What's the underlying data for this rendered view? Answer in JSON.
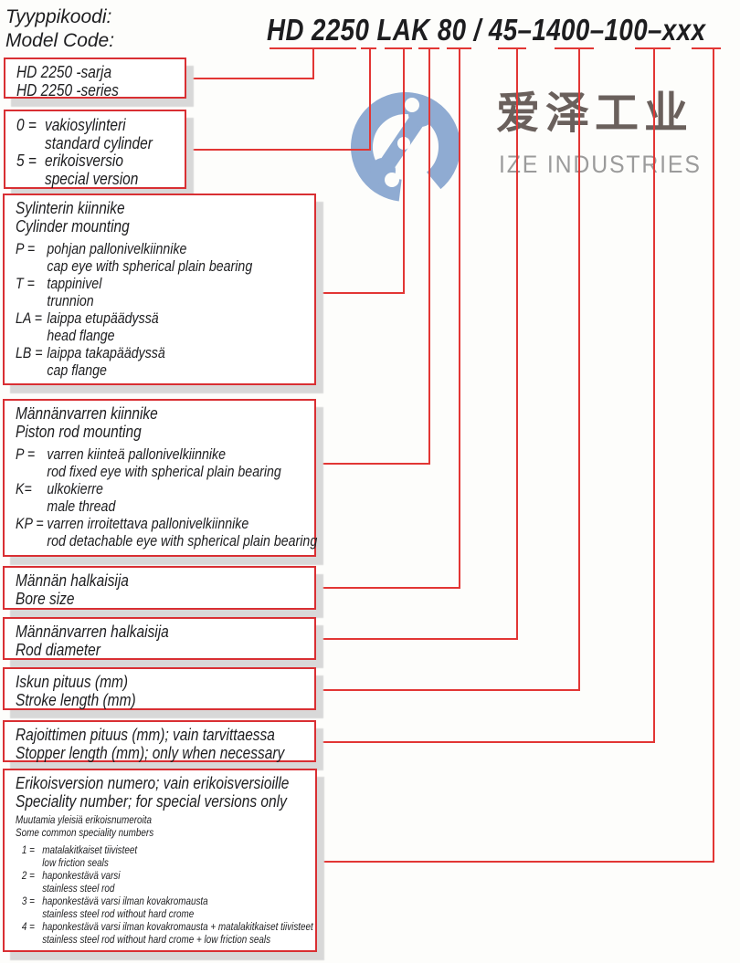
{
  "header": {
    "title_fi": "Tyyppikoodi:",
    "title_en": "Model Code:",
    "model_code": "HD 2250 LAK 80 / 45–1400–100–xxx"
  },
  "watermark": {
    "logo_icon": "wrench-circle-logo",
    "cn": "爱泽工业",
    "en": "IZE INDUSTRIES"
  },
  "colors": {
    "line_red": "#e23634",
    "box_border_red": "#d92f33",
    "shadow_gray": "#d8d8d8",
    "logo_blue": "#8fabd2",
    "watermark_dark": "#6a605c",
    "watermark_gray": "#9b9b9b",
    "text": "#1d1d1f"
  },
  "boxes": [
    {
      "fi": "HD 2250 -sarja",
      "en": "HD 2250 -series"
    },
    {
      "items": [
        {
          "code": "0 =",
          "fi": "vakiosylinteri",
          "en": "standard cylinder"
        },
        {
          "code": "5 =",
          "fi": "erikoisversio",
          "en": "special version"
        }
      ]
    },
    {
      "fi": "Sylinterin kiinnike",
      "en": "Cylinder mounting",
      "items": [
        {
          "code": "P =",
          "fi": "pohjan pallonivelkiinnike",
          "en": "cap eye with spherical plain bearing"
        },
        {
          "code": "T =",
          "fi": "tappinivel",
          "en": "trunnion"
        },
        {
          "code": "LA =",
          "fi": "laippa etupäädyssä",
          "en": "head flange"
        },
        {
          "code": "LB =",
          "fi": "laippa takapäädyssä",
          "en": "cap flange"
        }
      ]
    },
    {
      "fi": "Männänvarren kiinnike",
      "en": "Piston rod mounting",
      "items": [
        {
          "code": "P =",
          "fi": "varren kiinteä pallonivelkiinnike",
          "en": "rod fixed eye with spherical plain bearing"
        },
        {
          "code": "K=",
          "fi": "ulkokierre",
          "en": "male thread"
        },
        {
          "code": "KP =",
          "fi": "varren irroitettava pallonivelkiinnike",
          "en": "rod detachable eye with spherical plain bearing"
        }
      ]
    },
    {
      "fi": "Männän halkaisija",
      "en": "Bore size"
    },
    {
      "fi": "Männänvarren halkaisija",
      "en": "Rod diameter"
    },
    {
      "fi": "Iskun pituus (mm)",
      "en": "Stroke length (mm)"
    },
    {
      "fi": "Rajoittimen pituus (mm); vain tarvittaessa",
      "en": "Stopper length (mm); only when necessary"
    },
    {
      "fi": "Erikoisversion numero; vain erikoisversioille",
      "en": "Speciality number; for special versions only",
      "note_fi": "Muutamia yleisiä erikoisnumeroita",
      "note_en": "Some common speciality numbers",
      "items": [
        {
          "code": "1 =",
          "fi": "matalakitkaiset tiivisteet",
          "en": "low friction seals"
        },
        {
          "code": "2 =",
          "fi": "haponkestävä varsi",
          "en": "stainless steel rod"
        },
        {
          "code": "3 =",
          "fi": "haponkestävä varsi ilman kovakromausta",
          "en": "stainless steel rod without hard crome"
        },
        {
          "code": "4 =",
          "fi": "haponkestävä varsi ilman kovakromausta + matalakitkaiset tiivisteet",
          "en": "stainless steel rod without hard crome + low friction seals"
        }
      ]
    }
  ]
}
